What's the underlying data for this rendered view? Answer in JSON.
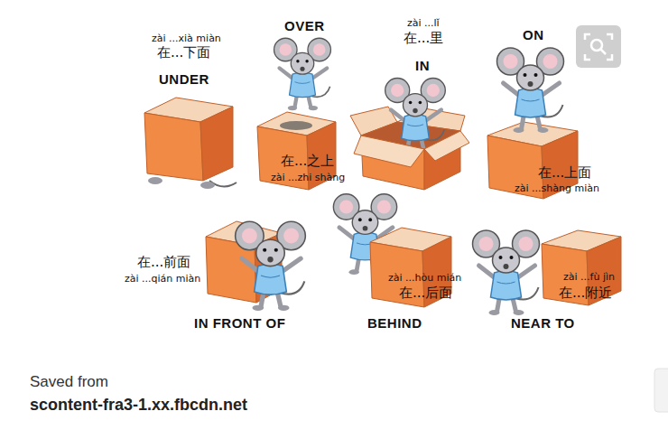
{
  "diagram": {
    "labels": [
      "zài ...xià miàn",
      "在...下面",
      "UNDER",
      "OVER",
      "在...之上",
      "zài ...zhi shàng",
      "zài ...lǐ",
      "在...里",
      "IN",
      "ON",
      "在...上面",
      "zài ...shàng miàn",
      "在...前面",
      "zài ...qián miàn",
      "IN FRONT OF",
      "zài ...hòu mián",
      "在...后面",
      "BEHIND",
      "zài ...fù jìn",
      "在...附近",
      "NEAR TO",
      "Saved from",
      "scontent-fra3-1.xx.fbcdn.net"
    ]
  }
}
